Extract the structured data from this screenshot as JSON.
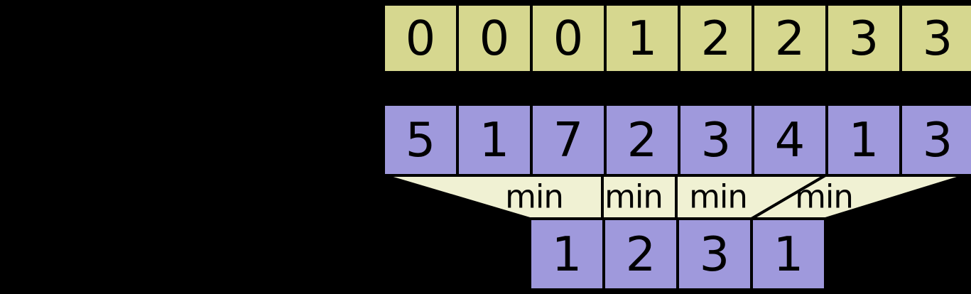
{
  "colors": {
    "background": "#000000",
    "top_row_fill": "#d6d78f",
    "purple_fill": "#9f99dc",
    "funnel_fill": "#f0f1d3",
    "line": "#000000",
    "text": "#000000"
  },
  "rows": {
    "top": {
      "cell_name": "top-array-cell",
      "color_key": "top_row_fill",
      "values": [
        "0",
        "0",
        "0",
        "1",
        "2",
        "2",
        "3",
        "3"
      ]
    },
    "middle": {
      "cell_name": "source-array-cell",
      "color_key": "purple_fill",
      "values": [
        "5",
        "1",
        "7",
        "2",
        "3",
        "4",
        "1",
        "3"
      ]
    },
    "bottom": {
      "cell_name": "block-min-cell",
      "color_key": "purple_fill",
      "values": [
        "1",
        "2",
        "3",
        "1"
      ]
    }
  },
  "min_labels": [
    "min",
    "min",
    "min",
    "min"
  ]
}
